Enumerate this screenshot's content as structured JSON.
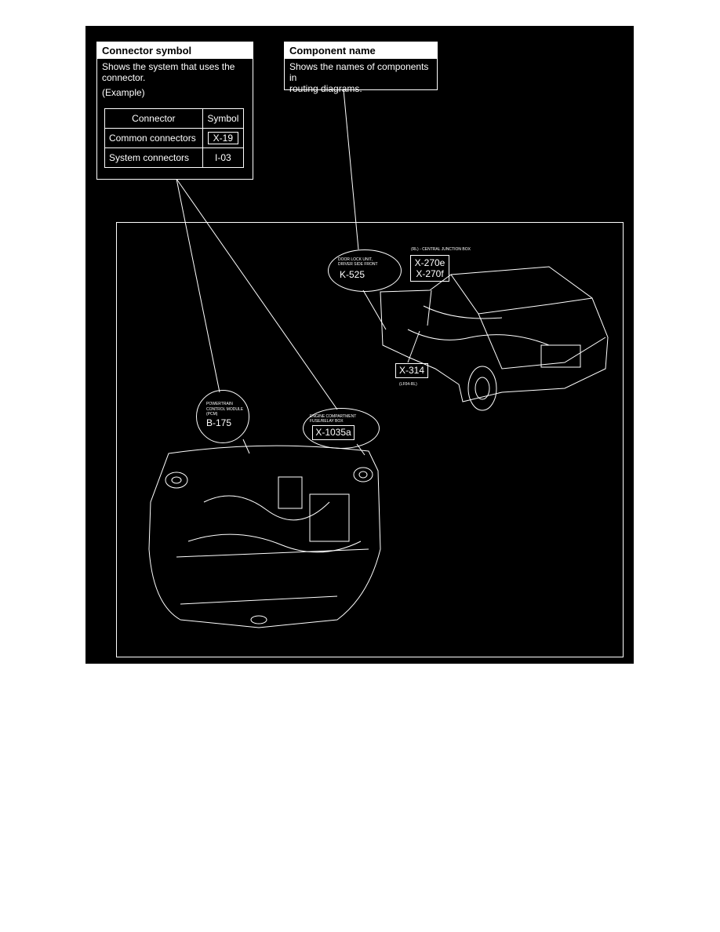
{
  "connector_symbol": {
    "title": "Connector symbol",
    "description_line1": "Shows the system that uses the",
    "description_line2": "connector.",
    "example_label": "(Example)",
    "table": {
      "headers": [
        "Connector",
        "Symbol"
      ],
      "rows": [
        {
          "connector": "Common connectors",
          "symbol": "X-19"
        },
        {
          "connector": "System connectors",
          "symbol": "I-03"
        }
      ]
    }
  },
  "component_name": {
    "title": "Component name",
    "description_line1": "Shows the names of components in",
    "description_line2": "routing diagrams."
  },
  "callouts": {
    "door_lock": {
      "label_line1": "DOOR LOCK UNIT,",
      "label_line2": "DRIVER SIDE FRONT",
      "code": "K-525"
    },
    "central_junction": {
      "label": "(RL) - CENTRAL JUNCTION BOX",
      "code1": "X-270e",
      "code2": "X-270f"
    },
    "x314": {
      "code": "X-314",
      "sub": "(LF04-RL)"
    },
    "pcm": {
      "label_line1": "POWERTRAIN",
      "label_line2": "CONTROL MODULE",
      "label_line3": "(PCM)",
      "code": "B-175"
    },
    "fuse_relay": {
      "label_line1": "ENGINE COMPARTMENT",
      "label_line2": "FUSE/RELAY BOX",
      "code": "X-1035a"
    }
  }
}
